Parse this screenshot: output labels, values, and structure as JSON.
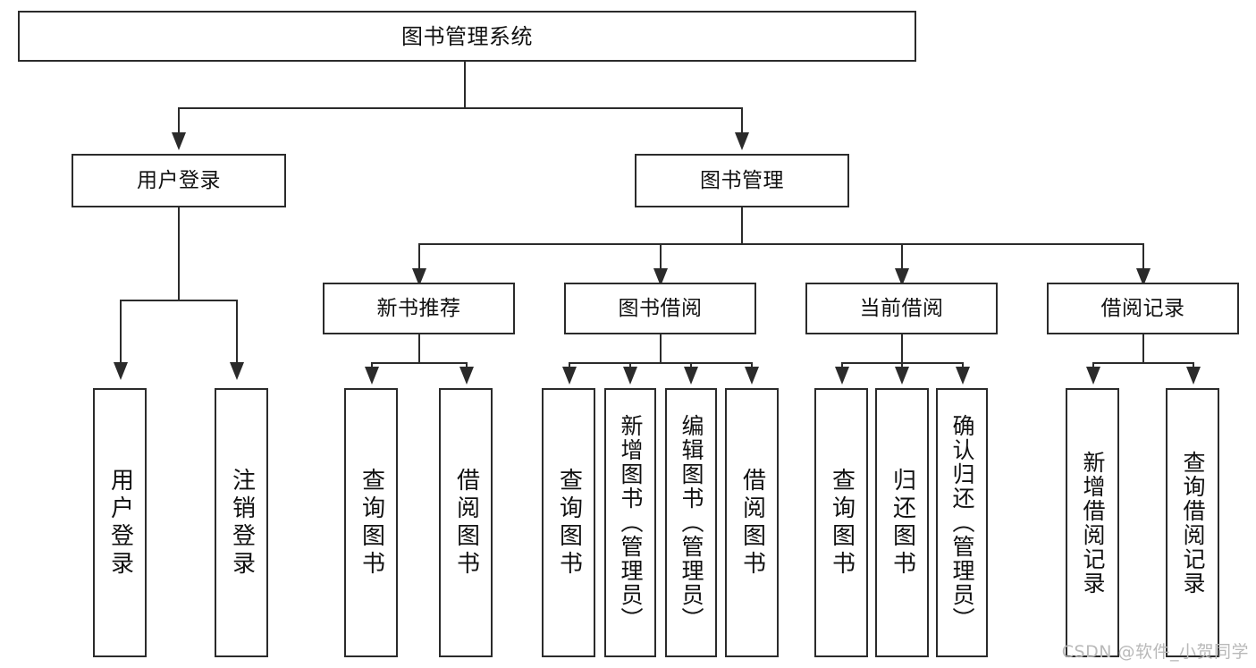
{
  "diagram": {
    "title": "图书管理系统",
    "type": "tree",
    "root": {
      "id": "root",
      "label": "图书管理系统"
    },
    "level1": [
      {
        "id": "user-login",
        "label": "用户登录"
      },
      {
        "id": "book-manage",
        "label": "图书管理"
      }
    ],
    "level2": [
      {
        "id": "new-book-recommend",
        "label": "新书推荐",
        "parent": "book-manage"
      },
      {
        "id": "book-borrow",
        "label": "图书借阅",
        "parent": "book-manage"
      },
      {
        "id": "current-borrow",
        "label": "当前借阅",
        "parent": "book-manage"
      },
      {
        "id": "borrow-record",
        "label": "借阅记录",
        "parent": "book-manage"
      }
    ],
    "leaves": {
      "user-login": [
        {
          "id": "leaf-user-login",
          "label": "用户登录"
        },
        {
          "id": "leaf-logout",
          "label": "注销登录"
        }
      ],
      "new-book-recommend": [
        {
          "id": "leaf-query-book-1",
          "label": "查询图书"
        },
        {
          "id": "leaf-borrow-book-1",
          "label": "借阅图书"
        }
      ],
      "book-borrow": [
        {
          "id": "leaf-query-book-2",
          "label": "查询图书"
        },
        {
          "id": "leaf-add-book",
          "label": "新增图书（管理员）"
        },
        {
          "id": "leaf-edit-book",
          "label": "编辑图书（管理员）"
        },
        {
          "id": "leaf-borrow-book-2",
          "label": "借阅图书"
        }
      ],
      "current-borrow": [
        {
          "id": "leaf-query-book-3",
          "label": "查询图书"
        },
        {
          "id": "leaf-return-book",
          "label": "归还图书"
        },
        {
          "id": "leaf-confirm-return",
          "label": "确认归还（管理员）"
        }
      ],
      "borrow-record": [
        {
          "id": "leaf-add-record",
          "label": "新增借阅记录"
        },
        {
          "id": "leaf-query-record",
          "label": "查询借阅记录"
        }
      ]
    }
  },
  "watermark": {
    "text": "CSDN @软件_小贺同学"
  },
  "colors": {
    "stroke": "#2b2b2b",
    "fill": "#ffffff",
    "text": "#111111",
    "watermark": "#b9b9b9"
  }
}
